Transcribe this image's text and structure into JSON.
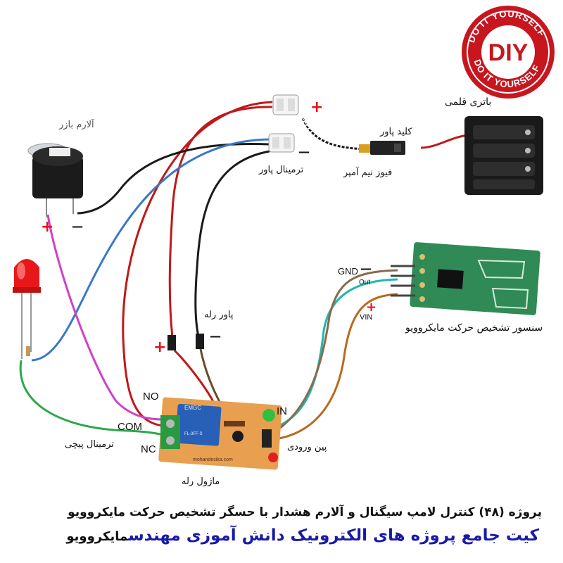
{
  "labels": {
    "battery": "باتری قلمی",
    "power_switch": "کلید پاور",
    "fuse": "فیوز نیم آمپر",
    "power_terminal": "ترمینال پاور",
    "buzzer": "آلارم بازر",
    "relay_power": "پاور رله",
    "sensor": "سنسور تشخیص  حرکت مایکروویو",
    "input_pin": "پین ورودی",
    "screw_terminal": "ترمینال پیچی",
    "relay_module": "ماژول رله",
    "gnd": "GND",
    "out": "Out",
    "vin": "VIN",
    "no": "NO",
    "com": "COM",
    "nc": "NC",
    "in": "IN",
    "plus": "+",
    "minus": "—"
  },
  "caption": {
    "line1": "پروژه (۴۸) کنترل لامپ سیگنال و آلارم هشدار با حسگر تشخیص حرکت مایکروویو",
    "line2": "کیت جامع پروژه های الکترونیک دانش آموزی مهندس",
    "line2_tail": "مایکروویو"
  },
  "stamp": {
    "center_text": "DIY",
    "ring_text": "DO IT YOURSELF"
  },
  "board": {
    "relay_brand": "EMGC",
    "relay_model": "FL-3FF-S",
    "site": "mohandesika.com"
  },
  "colors": {
    "red_wire": "#c01818",
    "black_wire": "#1a1a1a",
    "blue_wire": "#3a78c8",
    "magenta_wire": "#d040c8",
    "green_wire": "#2aa84a",
    "cyan_wire": "#20b8b0",
    "brown_wire": "#b86a20",
    "pcb_green": "#2f8a55",
    "caption_blue": "#1a1aa8"
  }
}
